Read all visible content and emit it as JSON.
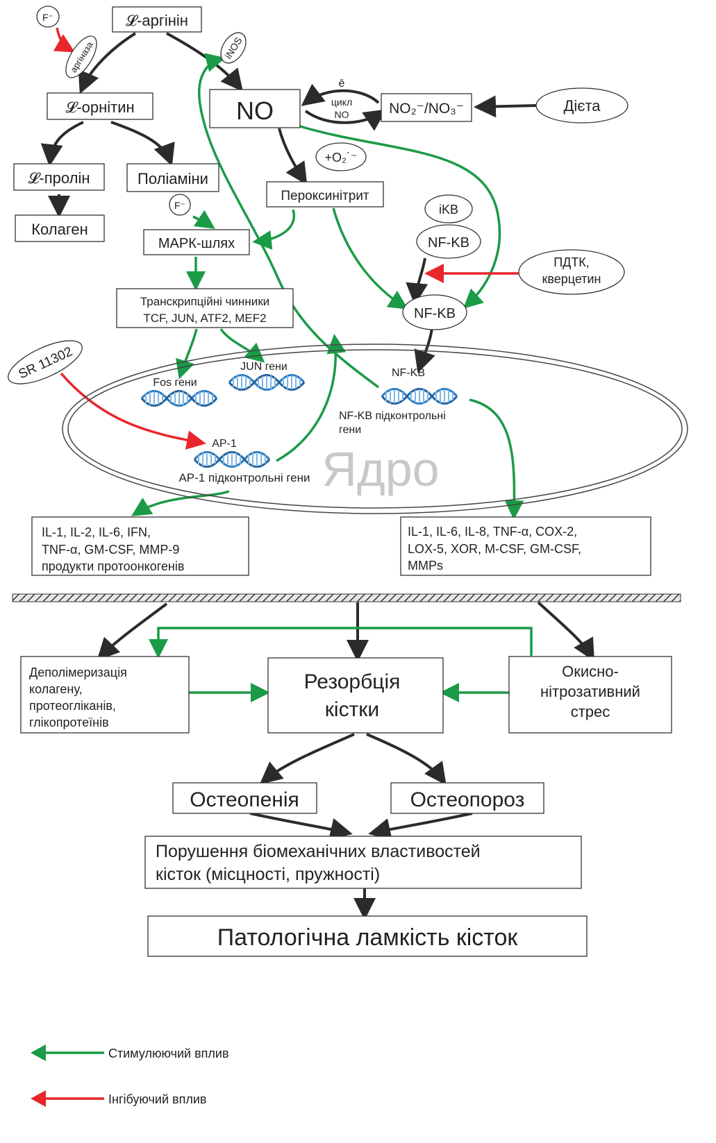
{
  "nodes": {
    "arginine": "𝓛-аргінін",
    "ornithine": "𝓛-орнітин",
    "proline": "𝓛-пролін",
    "polyamines": "Поліаміни",
    "collagen": "Колаген",
    "no": "NO",
    "no_cycle_e": "ē",
    "no_cycle_word": "цикл",
    "no_cycle_no": "NO",
    "nitrite_nitrate": "NO₂⁻/NO₃⁻",
    "diet": "Дієта",
    "superoxide": "+O₂˙⁻",
    "peroxynitrite": "Пероксинітрит",
    "ikb": "iKB",
    "nfkb_upper": "NF-KB",
    "nfkb_lower": "NF-KB",
    "pdtk_line1": "ПДТК,",
    "pdtk_line2": "кверцетин",
    "fluoride_top": "F⁻",
    "fluoride_mapk": "F⁻",
    "arginase": "аргіназа",
    "inos": "iNOS",
    "mapk": "МАРК-шлях",
    "tf_line1": "Транскрипційні чинники",
    "tf_line2": "TCF, JUN, ATF2, MEF2",
    "sr11302": "SR 11302",
    "fos_genes": "Fos гени",
    "jun_genes": "JUN гени",
    "ap1": "AP-1",
    "ap1_genes": "AP-1 підконтрольні гени",
    "nucleus": "Ядро",
    "nfkb_nucleus": "NF-KB",
    "nfkb_genes_line1": "NF-KB підконтрольні",
    "nfkb_genes_line2": "гени",
    "cytokines_left_line1": "IL-1, IL-2, IL-6, IFN,",
    "cytokines_left_line2": "TNF-α, GM-CSF, MMP-9",
    "cytokines_left_line3": "продукти протоонкогенів",
    "cytokines_right_line1": "IL-1, IL-6, IL-8, TNF-α, COX-2,",
    "cytokines_right_line2": "LOX-5, XOR, M-CSF, GM-CSF,",
    "cytokines_right_line3": "MMPs",
    "depoly_line1": "Деполімеризація",
    "depoly_line2": "колагену,",
    "depoly_line3": "протеогліканів,",
    "depoly_line4": "глікопротеїнів",
    "resorption_line1": "Резорбція",
    "resorption_line2": "кістки",
    "stress_line1": "Окисно-",
    "stress_line2": "нітрозативний",
    "stress_line3": "стрес",
    "osteopenia": "Остеопенія",
    "osteoporosis": "Остеопороз",
    "biomech_line1": "Порушення біомеханічних властивостей",
    "biomech_line2": "кісток (місцності, пружності)",
    "fragility": "Патологічна ламкість кісток"
  },
  "legend": {
    "stimulating": "Стимулюючий вплив",
    "inhibiting": "Інгібуючий вплив"
  },
  "colors": {
    "stimulating_arrow": "#1b9a47",
    "inhibiting_arrow": "#e8262c",
    "main_arrow": "#2b2b2b",
    "dna": "#2a7bbf",
    "nucleus_label": "#c8c8c8"
  }
}
